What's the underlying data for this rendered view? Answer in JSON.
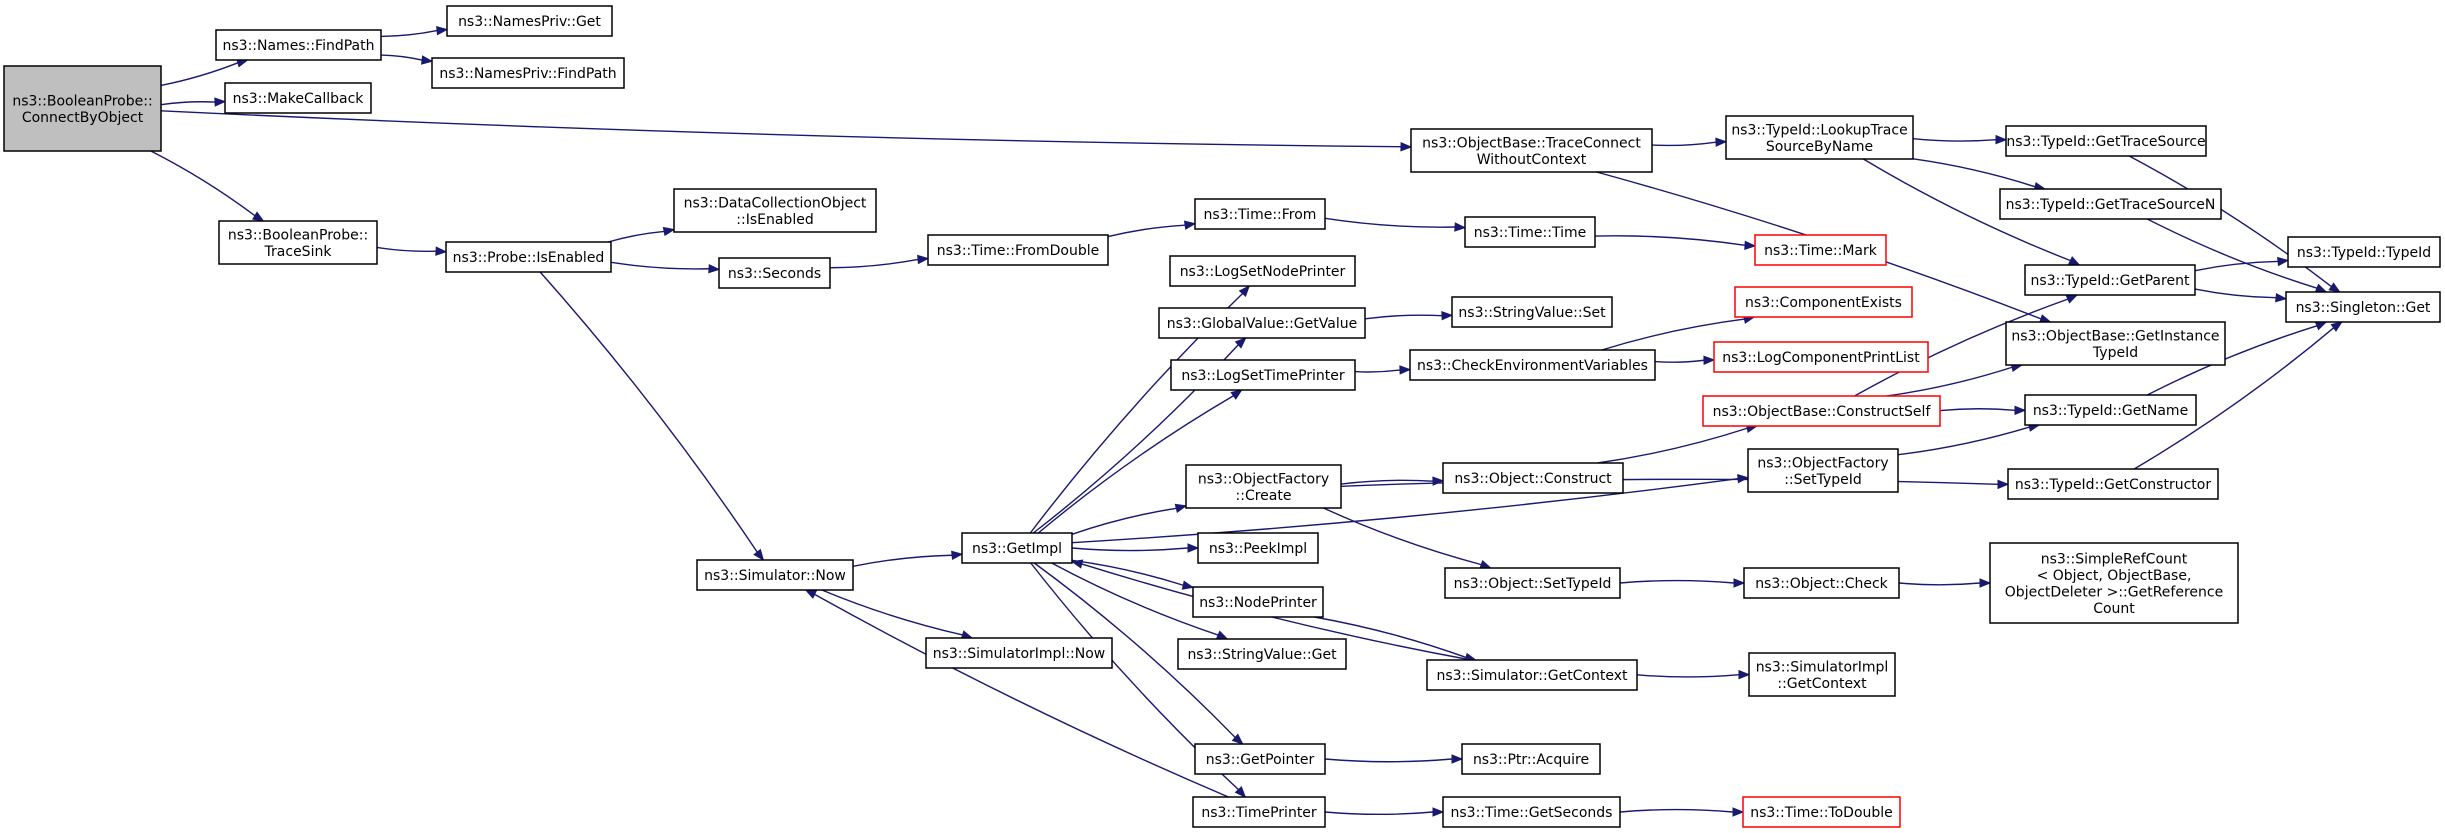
{
  "graph": {
    "title": "",
    "nodes": [
      {
        "id": "root",
        "lines": [
          "ns3::BooleanProbe::",
          "ConnectByObject"
        ],
        "style": "root"
      },
      {
        "id": "names_findpath",
        "lines": [
          "ns3::Names::FindPath"
        ]
      },
      {
        "id": "namespriv_get",
        "lines": [
          "ns3::NamesPriv::Get"
        ]
      },
      {
        "id": "namespriv_findpath",
        "lines": [
          "ns3::NamesPriv::FindPath"
        ]
      },
      {
        "id": "makecallback",
        "lines": [
          "ns3::MakeCallback"
        ]
      },
      {
        "id": "bp_tracesink",
        "lines": [
          "ns3::BooleanProbe::",
          "TraceSink"
        ]
      },
      {
        "id": "probe_isenabled",
        "lines": [
          "ns3::Probe::IsEnabled"
        ]
      },
      {
        "id": "dco_isenabled",
        "lines": [
          "ns3::DataCollectionObject",
          "::IsEnabled"
        ]
      },
      {
        "id": "seconds",
        "lines": [
          "ns3::Seconds"
        ]
      },
      {
        "id": "time_fromdouble",
        "lines": [
          "ns3::Time::FromDouble"
        ]
      },
      {
        "id": "time_from",
        "lines": [
          "ns3::Time::From"
        ]
      },
      {
        "id": "time_time",
        "lines": [
          "ns3::Time::Time"
        ]
      },
      {
        "id": "time_mark",
        "lines": [
          "ns3::Time::Mark"
        ],
        "style": "truncated"
      },
      {
        "id": "ob_traceconnect",
        "lines": [
          "ns3::ObjectBase::TraceConnect",
          "WithoutContext"
        ]
      },
      {
        "id": "typeid_lookup",
        "lines": [
          "ns3::TypeId::LookupTrace",
          "SourceByName"
        ]
      },
      {
        "id": "typeid_gettracesource",
        "lines": [
          "ns3::TypeId::GetTraceSource"
        ]
      },
      {
        "id": "typeid_gettracesourcen",
        "lines": [
          "ns3::TypeId::GetTraceSourceN"
        ]
      },
      {
        "id": "typeid_typeid",
        "lines": [
          "ns3::TypeId::TypeId"
        ]
      },
      {
        "id": "typeid_getparent",
        "lines": [
          "ns3::TypeId::GetParent"
        ]
      },
      {
        "id": "singleton_get",
        "lines": [
          "ns3::Singleton::Get"
        ]
      },
      {
        "id": "ob_getinstancetypeid",
        "lines": [
          "ns3::ObjectBase::GetInstance",
          "TypeId"
        ]
      },
      {
        "id": "logsetnodeprinter",
        "lines": [
          "ns3::LogSetNodePrinter"
        ]
      },
      {
        "id": "globalvalue_getvalue",
        "lines": [
          "ns3::GlobalValue::GetValue"
        ]
      },
      {
        "id": "stringvalue_set",
        "lines": [
          "ns3::StringValue::Set"
        ]
      },
      {
        "id": "componentexists",
        "lines": [
          "ns3::ComponentExists"
        ],
        "style": "truncated"
      },
      {
        "id": "logsettimeprinter",
        "lines": [
          "ns3::LogSetTimePrinter"
        ]
      },
      {
        "id": "checkenvvars",
        "lines": [
          "ns3::CheckEnvironmentVariables"
        ]
      },
      {
        "id": "logcomponentprintlist",
        "lines": [
          "ns3::LogComponentPrintList"
        ],
        "style": "truncated"
      },
      {
        "id": "ob_constructself",
        "lines": [
          "ns3::ObjectBase::ConstructSelf"
        ],
        "style": "truncated"
      },
      {
        "id": "typeid_getname",
        "lines": [
          "ns3::TypeId::GetName"
        ]
      },
      {
        "id": "of_settypeid",
        "lines": [
          "ns3::ObjectFactory",
          "::SetTypeId"
        ]
      },
      {
        "id": "of_create",
        "lines": [
          "ns3::ObjectFactory",
          "::Create"
        ]
      },
      {
        "id": "object_construct",
        "lines": [
          "ns3::Object::Construct"
        ]
      },
      {
        "id": "typeid_getconstructor",
        "lines": [
          "ns3::TypeId::GetConstructor"
        ]
      },
      {
        "id": "getimpl",
        "lines": [
          "ns3::GetImpl"
        ]
      },
      {
        "id": "simulator_now",
        "lines": [
          "ns3::Simulator::Now"
        ]
      },
      {
        "id": "simulatorimpl_now",
        "lines": [
          "ns3::SimulatorImpl::Now"
        ]
      },
      {
        "id": "peekimpl",
        "lines": [
          "ns3::PeekImpl"
        ]
      },
      {
        "id": "object_settypeid",
        "lines": [
          "ns3::Object::SetTypeId"
        ]
      },
      {
        "id": "object_check",
        "lines": [
          "ns3::Object::Check"
        ]
      },
      {
        "id": "simplerefcount",
        "lines": [
          "ns3::SimpleRefCount",
          "< Object, ObjectBase,",
          " ObjectDeleter >::GetReference",
          "Count"
        ]
      },
      {
        "id": "nodeprinter",
        "lines": [
          "ns3::NodePrinter"
        ]
      },
      {
        "id": "stringvalue_get",
        "lines": [
          "ns3::StringValue::Get"
        ]
      },
      {
        "id": "simulator_getcontext",
        "lines": [
          "ns3::Simulator::GetContext"
        ]
      },
      {
        "id": "simulatorimpl_getcontext",
        "lines": [
          "ns3::SimulatorImpl",
          "::GetContext"
        ]
      },
      {
        "id": "getpointer",
        "lines": [
          "ns3::GetPointer"
        ]
      },
      {
        "id": "ptr_acquire",
        "lines": [
          "ns3::Ptr::Acquire"
        ]
      },
      {
        "id": "timeprinter",
        "lines": [
          "ns3::TimePrinter"
        ]
      },
      {
        "id": "time_getseconds",
        "lines": [
          "ns3::Time::GetSeconds"
        ]
      },
      {
        "id": "time_todouble",
        "lines": [
          "ns3::Time::ToDouble"
        ],
        "style": "truncated"
      }
    ],
    "edges": [
      [
        "root",
        "names_findpath"
      ],
      [
        "root",
        "makecallback"
      ],
      [
        "root",
        "ob_traceconnect"
      ],
      [
        "root",
        "bp_tracesink"
      ],
      [
        "names_findpath",
        "namespriv_get"
      ],
      [
        "names_findpath",
        "namespriv_findpath"
      ],
      [
        "bp_tracesink",
        "probe_isenabled"
      ],
      [
        "probe_isenabled",
        "dco_isenabled"
      ],
      [
        "probe_isenabled",
        "seconds"
      ],
      [
        "probe_isenabled",
        "simulator_now"
      ],
      [
        "seconds",
        "time_fromdouble"
      ],
      [
        "time_fromdouble",
        "time_from"
      ],
      [
        "time_from",
        "time_time"
      ],
      [
        "time_time",
        "time_mark"
      ],
      [
        "ob_traceconnect",
        "typeid_lookup"
      ],
      [
        "ob_traceconnect",
        "ob_getinstancetypeid"
      ],
      [
        "typeid_lookup",
        "typeid_gettracesource"
      ],
      [
        "typeid_lookup",
        "typeid_gettracesourcen"
      ],
      [
        "typeid_lookup",
        "typeid_getparent"
      ],
      [
        "typeid_gettracesource",
        "singleton_get"
      ],
      [
        "typeid_gettracesourcen",
        "singleton_get"
      ],
      [
        "typeid_getparent",
        "typeid_typeid"
      ],
      [
        "typeid_getparent",
        "singleton_get"
      ],
      [
        "typeid_getname",
        "singleton_get"
      ],
      [
        "typeid_getconstructor",
        "singleton_get"
      ],
      [
        "simulator_now",
        "getimpl"
      ],
      [
        "simulator_now",
        "simulatorimpl_now"
      ],
      [
        "getimpl",
        "logsetnodeprinter"
      ],
      [
        "getimpl",
        "globalvalue_getvalue"
      ],
      [
        "getimpl",
        "logsettimeprinter"
      ],
      [
        "getimpl",
        "of_settypeid"
      ],
      [
        "getimpl",
        "of_create"
      ],
      [
        "getimpl",
        "peekimpl"
      ],
      [
        "getimpl",
        "nodeprinter"
      ],
      [
        "getimpl",
        "stringvalue_get"
      ],
      [
        "getimpl",
        "getpointer"
      ],
      [
        "getimpl",
        "timeprinter"
      ],
      [
        "globalvalue_getvalue",
        "stringvalue_set"
      ],
      [
        "logsettimeprinter",
        "checkenvvars"
      ],
      [
        "checkenvvars",
        "componentexists"
      ],
      [
        "checkenvvars",
        "logcomponentprintlist"
      ],
      [
        "ob_constructself",
        "typeid_getparent"
      ],
      [
        "ob_constructself",
        "ob_getinstancetypeid"
      ],
      [
        "ob_constructself",
        "typeid_getname"
      ],
      [
        "of_settypeid",
        "typeid_getname"
      ],
      [
        "of_create",
        "object_construct"
      ],
      [
        "of_create",
        "object_settypeid"
      ],
      [
        "of_create",
        "typeid_getconstructor"
      ],
      [
        "object_construct",
        "ob_constructself"
      ],
      [
        "object_settypeid",
        "object_check"
      ],
      [
        "object_check",
        "simplerefcount"
      ],
      [
        "nodeprinter",
        "simulator_getcontext"
      ],
      [
        "simulator_getcontext",
        "simulatorimpl_getcontext"
      ],
      [
        "simulator_getcontext",
        "getimpl"
      ],
      [
        "getpointer",
        "ptr_acquire"
      ],
      [
        "timeprinter",
        "simulator_now"
      ],
      [
        "timeprinter",
        "time_getseconds"
      ],
      [
        "time_getseconds",
        "time_todouble"
      ]
    ]
  },
  "colors": {
    "edge": "#191970",
    "node_border": "#000000",
    "node_fill": "#ffffff",
    "root_fill": "#bfbfbf",
    "truncated_border": "#ff0000"
  }
}
